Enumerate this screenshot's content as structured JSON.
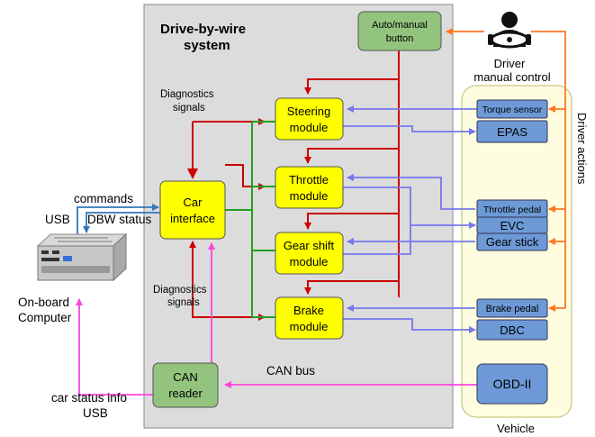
{
  "system": {
    "title_line1": "Drive-by-wire",
    "title_line2": "system"
  },
  "modules": {
    "auto_manual": [
      "Auto/manual",
      "button"
    ],
    "steering": [
      "Steering",
      "module"
    ],
    "throttle": [
      "Throttle",
      "module"
    ],
    "gear_shift": [
      "Gear shift",
      "module"
    ],
    "brake": [
      "Brake",
      "module"
    ],
    "car_interface": [
      "Car",
      "interface"
    ],
    "can_reader": [
      "CAN",
      "reader"
    ]
  },
  "vehicle": {
    "label": "Vehicle",
    "components": {
      "torque_sensor": "Torque sensor",
      "epas": "EPAS",
      "throttle_pedal": "Throttle pedal",
      "evc": "EVC",
      "gear_stick": "Gear stick",
      "brake_pedal": "Brake pedal",
      "dbc": "DBC",
      "obd": "OBD-II"
    }
  },
  "labels": {
    "driver_line1": "Driver",
    "driver_line2": "manual control",
    "driver_actions": "Driver actions",
    "diag_top_1": "Diagnostics",
    "diag_top_2": "signals",
    "diag_bottom_1": "Diagnostics",
    "diag_bottom_2": "signals",
    "commands": "commands",
    "usb_top": "USB",
    "dbw_status": "DBW status",
    "onboard_1": "On-board",
    "onboard_2": "Computer",
    "can_bus": "CAN bus",
    "car_status_info": "car status info",
    "usb_bottom": "USB"
  },
  "colors": {
    "system_bg": "#dcdcdc",
    "module_yellow": "#ffff00",
    "module_green": "#93c47d",
    "vehicle_bg": "#fffde0",
    "component_blue": "#6d9ad6",
    "control_red": "#cc0000",
    "diag_green": "#22a022",
    "feedback_blue": "#7777ee",
    "driver_orange": "#ff7722",
    "can_magenta": "#ff44dd",
    "usb_blue": "#3377bb"
  }
}
